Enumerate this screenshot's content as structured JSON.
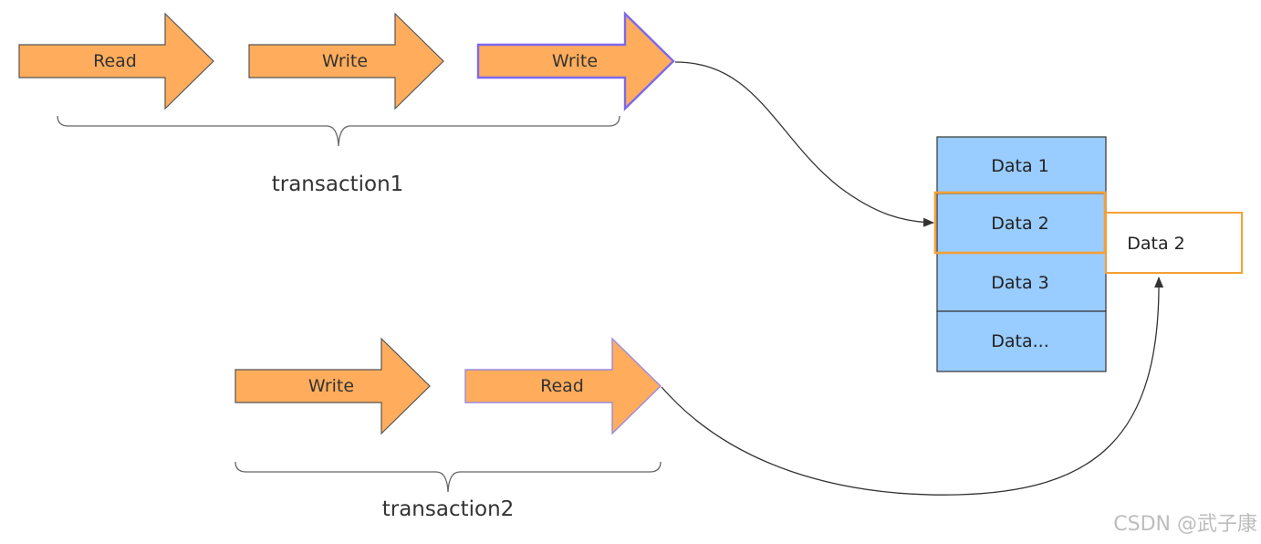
{
  "transaction1": {
    "label": "transaction1",
    "steps": [
      {
        "label": "Read"
      },
      {
        "label": "Write"
      },
      {
        "label": "Write"
      }
    ]
  },
  "transaction2": {
    "label": "transaction2",
    "steps": [
      {
        "label": "Write"
      },
      {
        "label": "Read"
      }
    ]
  },
  "data_store": {
    "cells": [
      {
        "label": "Data 1"
      },
      {
        "label": "Data 2"
      },
      {
        "label": "Data 3"
      },
      {
        "label": "Data..."
      }
    ],
    "copy_label": "Data 2"
  },
  "colors": {
    "arrow_fill": "#ffad5c",
    "arrow_stroke": "#555555",
    "highlight_stroke": "#7b68ee",
    "cell_fill": "#99ccff",
    "cell_highlight_stroke": "#f5a035"
  },
  "watermark": "CSDN @武子康"
}
